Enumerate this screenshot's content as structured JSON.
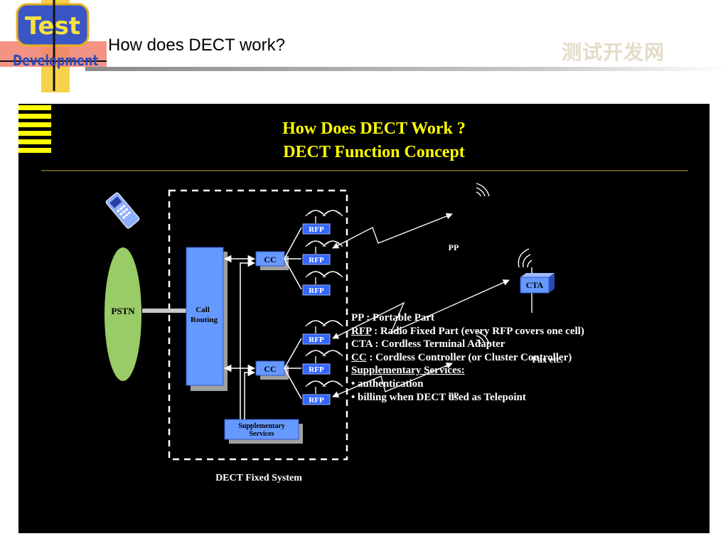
{
  "header": {
    "logo_top": "Test",
    "logo_bottom": "Development",
    "title": "How does DECT work?",
    "watermark": "测试开发网"
  },
  "slide": {
    "title_line1": "How Does DECT Work ?",
    "title_line2": "DECT Function Concept"
  },
  "diagram": {
    "pstn": "PSTN",
    "call_routing_1": "Call",
    "call_routing_2": "Routing",
    "cc": "CC",
    "rfp": "RFP",
    "supp_1": "Supplementary",
    "supp_2": "Services",
    "fixed_system": "DECT Fixed System",
    "pp": "PP",
    "cta": "CTA",
    "fax": "Fax etc."
  },
  "legend": {
    "pp_abbr": "PP",
    "pp_def": " : Portable Part",
    "rfp_abbr": "RFP",
    "rfp_def": " : Radio Fixed Part (every RFP covers one cell)",
    "cta_abbr": "CTA",
    "cta_def": " : Cordless Terminal Adapter",
    "cc_abbr": "CC",
    "cc_def": " : Cordless Controller (or Cluster Controller)",
    "supp_title": "Supplementary Services",
    "supp_colon": ":",
    "bullet1": "•  authentication",
    "bullet2": "•  billing when DECT used as Telepoint"
  },
  "colors": {
    "panel_bg": "#000000",
    "title_yellow": "#ffff00",
    "box_blue": "#6699ff",
    "pstn_green": "#99cc66",
    "rfp_blue": "#3366ff"
  }
}
